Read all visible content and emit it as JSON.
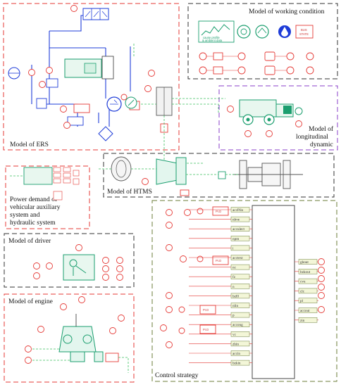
{
  "panels": {
    "ers": "Model of ERS",
    "working_condition": "Model of working condition",
    "longitudinal": [
      "Model of",
      "longitudinal",
      "dynamic"
    ],
    "htms": "Model of HTMS",
    "power_demand": [
      "Power demand of",
      "vehicular auxiliary",
      "system and",
      "hydraulic system"
    ],
    "driver": "Model of driver",
    "engine": "Model of engine",
    "control": "Control strategy"
  },
  "working_condition_icons": {
    "profile": [
      "cause profile",
      "& ambient data"
    ],
    "state": [
      "BUS",
      "STATE"
    ]
  },
  "pid_label": "PI.D",
  "control_signals_left": [
    "accPilo",
    "nbve",
    "acculect",
    "npm",
    "i",
    "acctext",
    "nc",
    "fz",
    "n",
    "bzl0",
    "nlin",
    "p",
    "accong",
    "vc",
    "zhin",
    "accin",
    "bzkin"
  ],
  "control_signals_right": [
    "gbout",
    "bzkout",
    "cvu",
    "clc",
    "pl",
    "accout",
    "zin"
  ],
  "colors": {
    "red": "#e53935",
    "blue": "#1e3cd8",
    "green": "#1a9e6e",
    "dashed_green": "#3cc060",
    "black_frame": "#333333",
    "purple_frame": "#8a3fc8",
    "olive_frame": "#6b7d3a",
    "tag_fill": "#f3f6d8"
  }
}
